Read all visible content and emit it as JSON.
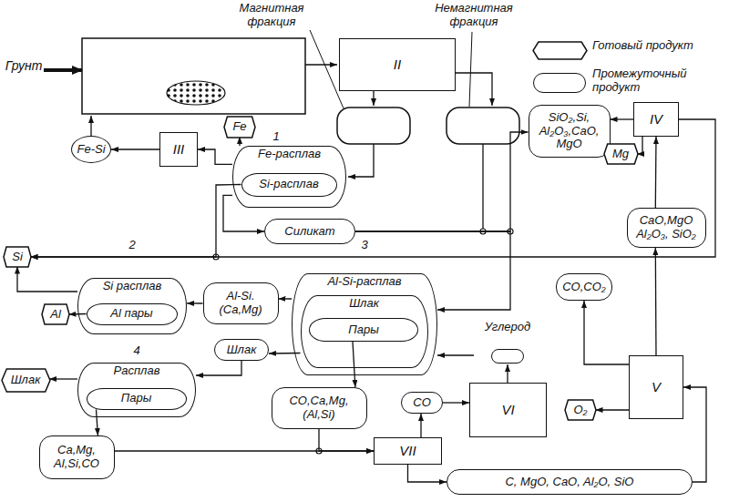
{
  "diagram": {
    "nodes": [
      {
        "text": [
          "II"
        ]
      },
      {
        "text": [
          "Fe-Si"
        ]
      },
      {
        "text": [
          "III"
        ]
      },
      {
        "text": [
          "Fe"
        ]
      },
      {
        "text": [
          "Fe-расплав"
        ]
      },
      {
        "text": [
          "Si-расплав"
        ],
        "in": 4
      },
      {
        "text": [
          "Силикат"
        ]
      },
      {
        "text": [
          "SiO₂,Si, Al₂O₃,CaO, MgO"
        ]
      },
      {
        "text": [
          "IV"
        ]
      },
      {
        "text": [
          "Mg"
        ]
      },
      {
        "text": [
          "Si"
        ]
      },
      {
        "text": [
          "Si расплав"
        ]
      },
      {
        "text": [
          "Al пары"
        ],
        "in": 11
      },
      {
        "text": [
          "Al"
        ]
      },
      {
        "text": [
          "Al-Si. (Ca,Mg)"
        ]
      },
      {
        "text": [
          "Al-Si-расплав"
        ]
      },
      {
        "text": [
          "Шлак"
        ],
        "in": 15
      },
      {
        "text": [
          "Пары"
        ],
        "in": 16
      },
      {
        "text": [
          "Углерод"
        ]
      },
      {
        "text": [
          "CaO,MgO Al₂O₃, SiO₂"
        ]
      },
      {
        "text": [
          "CO,CO₂"
        ]
      },
      {
        "text": [
          "Шлак"
        ]
      },
      {
        "text": [
          "Шлак"
        ]
      },
      {
        "text": [
          "Расплав"
        ]
      },
      {
        "text": [
          "Пары"
        ],
        "in": 23
      },
      {
        "text": [
          "CO,Ca,Mg, (Al,Si)"
        ]
      },
      {
        "text": [
          "CO"
        ]
      },
      {
        "text": [
          "VI"
        ]
      },
      {
        "text": [
          "O₂"
        ]
      },
      {
        "text": [
          "V"
        ]
      },
      {
        "text": [
          "Ca,Mg, Al,Si,CO"
        ]
      },
      {
        "text": [
          "VII"
        ]
      },
      {
        "text": [
          "C, MgO, CaO, Al₂O, SiO"
        ]
      }
    ],
    "edges": [
      {
        "from": 2,
        "to": 1,
        "arrow": "to"
      },
      {
        "from": 4,
        "to": 2,
        "arrow": "to"
      },
      {
        "from": 4,
        "to": 3,
        "arrow": "to"
      },
      {
        "from": 4,
        "to": 6,
        "arrow": "to"
      },
      {
        "from": 6,
        "to": 7,
        "arrow": "to"
      },
      {
        "from": 5,
        "to": 10,
        "arrow": "to"
      },
      {
        "from": 8,
        "to": 7,
        "arrow": "to"
      },
      {
        "from": 8,
        "to": 9,
        "arrow": "to"
      },
      {
        "from": 19,
        "to": 8,
        "arrow": "to"
      },
      {
        "from": 8,
        "to": 10,
        "arrow": "to"
      },
      {
        "from": 11,
        "to": 10,
        "arrow": "to"
      },
      {
        "from": 12,
        "to": 13,
        "arrow": "to"
      },
      {
        "from": 14,
        "to": 11,
        "arrow": "to"
      },
      {
        "from": 15,
        "to": 14,
        "arrow": "to"
      },
      {
        "from": 6,
        "to": 15,
        "arrow": "to"
      },
      {
        "from": 18,
        "to": 15,
        "arrow": "to"
      },
      {
        "from": 16,
        "to": 21,
        "arrow": "to"
      },
      {
        "from": 21,
        "to": 23,
        "arrow": "to"
      },
      {
        "from": 23,
        "to": 22,
        "arrow": "to"
      },
      {
        "from": 24,
        "to": 30,
        "arrow": "to"
      },
      {
        "from": 17,
        "to": 25,
        "arrow": "to"
      },
      {
        "from": 25,
        "to": 31,
        "arrow": "to"
      },
      {
        "from": 30,
        "to": 31,
        "arrow": "to"
      },
      {
        "from": 31,
        "to": 26,
        "arrow": "to"
      },
      {
        "from": 26,
        "to": 27,
        "arrow": "to"
      },
      {
        "from": 27,
        "to": 18,
        "arrow": "to"
      },
      {
        "from": 31,
        "to": 32,
        "arrow": "to"
      },
      {
        "from": 32,
        "to": 29,
        "arrow": "to"
      },
      {
        "from": 29,
        "to": 19,
        "arrow": "to"
      },
      {
        "from": 29,
        "to": 20,
        "arrow": "to"
      },
      {
        "from": 29,
        "to": 28,
        "arrow": "to"
      }
    ],
    "labels": [
      "Грунт",
      "Магнитная фракция",
      "Немагнитная фракция",
      "1",
      "2",
      "3",
      "4"
    ],
    "legend": [
      {
        "text": "Готовый продукт"
      },
      {
        "text": "Промежуточный продукт"
      }
    ]
  }
}
